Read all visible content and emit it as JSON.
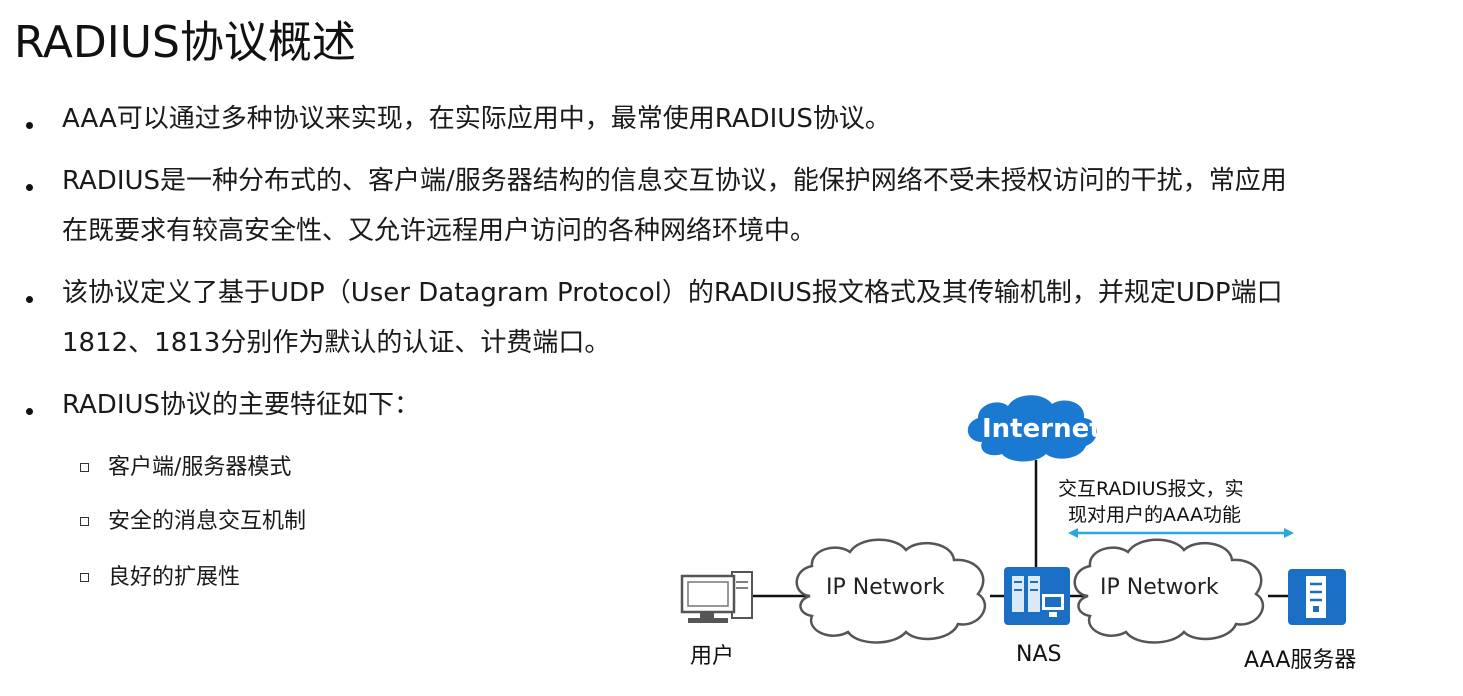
{
  "title": "RADIUS协议概述",
  "bullets": [
    {
      "lines": [
        "AAA可以通过多种协议来实现，在实际应用中，最常使用RADIUS协议。"
      ]
    },
    {
      "lines": [
        "RADIUS是一种分布式的、客户端/服务器结构的信息交互协议，能保护网络不受未授权访问的干扰，常应用",
        "在既要求有较高安全性、又允许远程用户访问的各种网络环境中。"
      ]
    },
    {
      "lines": [
        "该协议定义了基于UDP（User Datagram Protocol）的RADIUS报文格式及其传输机制，并规定UDP端口",
        "1812、1813分别作为默认的认证、计费端口。"
      ]
    },
    {
      "lines": [
        "RADIUS协议的主要特征如下："
      ]
    }
  ],
  "sub_items": [
    "客户端/服务器模式",
    "安全的消息交互机制",
    "良好的扩展性"
  ],
  "diagram": {
    "internet_label": "Internet",
    "cloud_left_label": "IP Network",
    "cloud_right_label": "IP Network",
    "annotation_line1": "交互RADIUS报文，实",
    "annotation_line2": "现对用户的AAA功能",
    "user_label": "用户",
    "nas_label": "NAS",
    "server_label": "AAA服务器",
    "colors": {
      "internet": "#1a7ad1",
      "device": "#1a6fc4",
      "arrow": "#2aa7e0",
      "cloud_stroke": "#555555"
    }
  }
}
